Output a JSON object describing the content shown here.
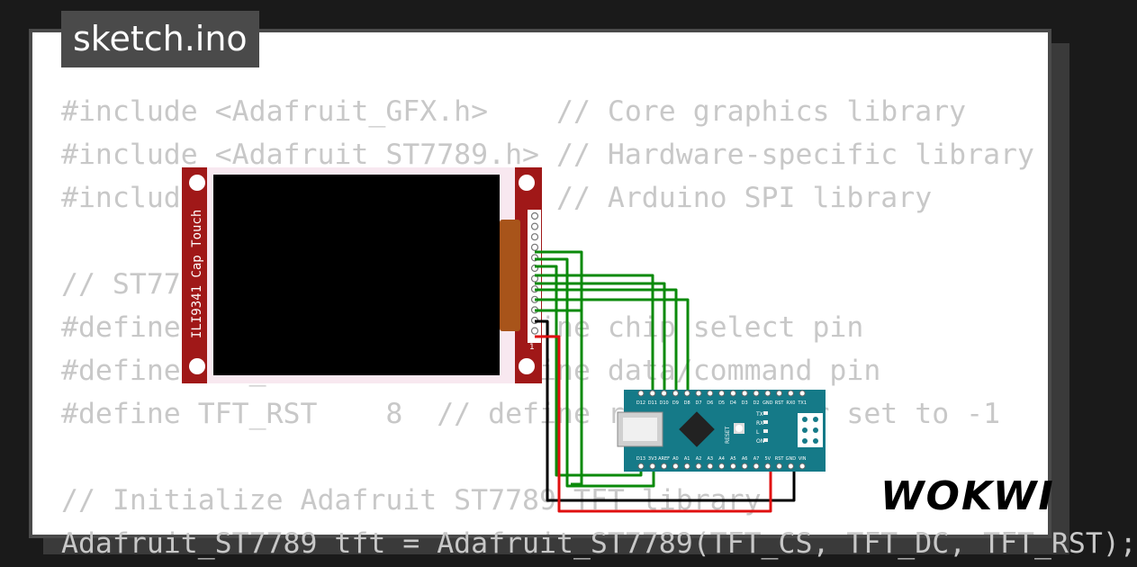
{
  "header": {
    "filename": "sketch.ino"
  },
  "code_lines": [
    "#include <Adafruit_GFX.h>    // Core graphics library",
    "#include <Adafruit_ST7789.h> // Hardware-specific library",
    "#include <SPI.h>             // Arduino SPI library",
    "",
    "// ST7789 TFT connections",
    "#define TFT_CS    10  // define chip select pin",
    "#define TFT_DC     9  // define data/command pin",
    "#define TFT_RST    8  // define reset pin, or set to -1",
    "",
    "// Initialize Adafruit ST7789 TFT library",
    "Adafruit_ST7789 tft = Adafruit_ST7789(TFT_CS, TFT_DC, TFT_RST);"
  ],
  "display": {
    "label": "ILI9341 Cap Touch",
    "pin_marker": "1"
  },
  "arduino": {
    "top_pin_labels": [
      "D12",
      "D11",
      "D10",
      "D9",
      "D8",
      "D7",
      "D6",
      "D5",
      "D4",
      "D3",
      "D2",
      "GND",
      "RST",
      "RX0",
      "TX1"
    ],
    "bottom_pin_labels": [
      "D13",
      "3V3",
      "AREF",
      "A0",
      "A1",
      "A2",
      "A3",
      "A4",
      "A5",
      "A6",
      "A7",
      "5V",
      "RST",
      "GND",
      "VIN"
    ],
    "chip_labels": [
      "TX",
      "RX",
      "L",
      "ON"
    ],
    "reset_label": "RESET"
  },
  "brand": {
    "logo": "WOKWI"
  },
  "colors": {
    "background": "#1a1a1a",
    "card": "#ffffff",
    "code_text": "#c8c8c8",
    "pcb_red": "#a01818",
    "arduino_teal": "#157a88",
    "wire_green": "#0a8a0a",
    "wire_black": "#000000",
    "wire_red": "#e01010"
  }
}
